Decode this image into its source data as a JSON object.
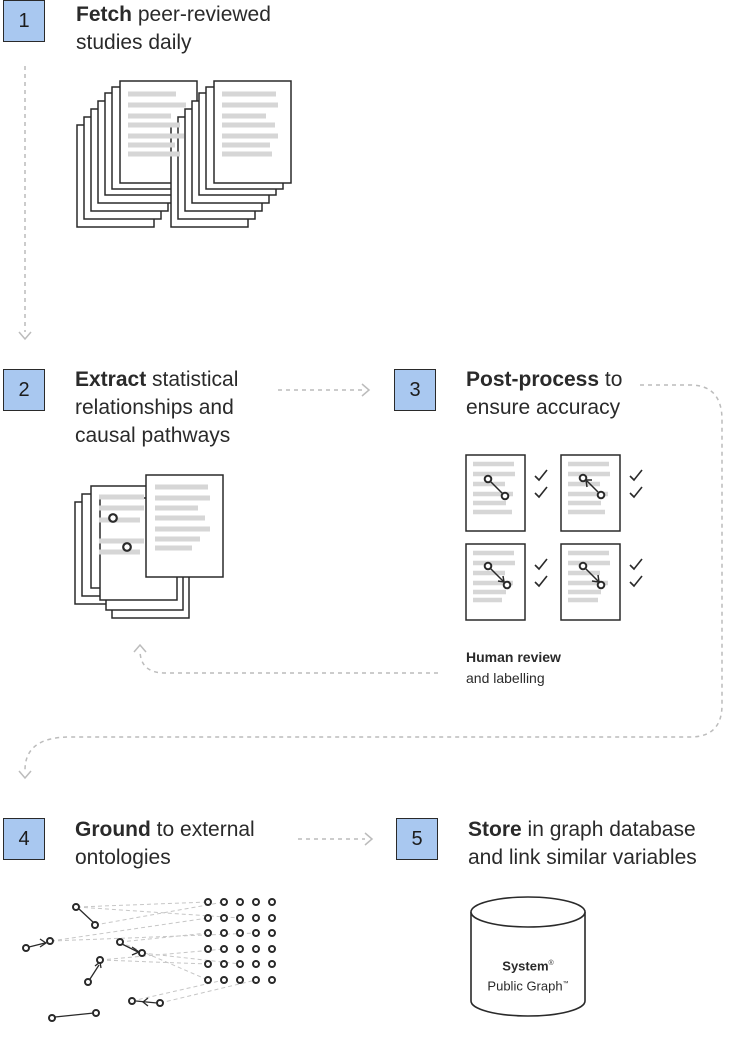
{
  "steps": [
    {
      "number": "1",
      "bold": "Fetch",
      "rest1": " peer-reviewed",
      "line2": "studies daily"
    },
    {
      "number": "2",
      "bold": "Extract",
      "rest1": " statistical",
      "line2": "relationships and",
      "line3": "causal pathways"
    },
    {
      "number": "3",
      "bold": "Post-process",
      "rest1": " to",
      "line2": "ensure accuracy"
    },
    {
      "number": "4",
      "bold": "Ground",
      "rest1": " to external",
      "line2": "ontologies"
    },
    {
      "number": "5",
      "bold": "Store",
      "rest1": " in graph database",
      "line2": "and link similar variables"
    }
  ],
  "review": {
    "bold": "Human review",
    "rest": "and labelling"
  },
  "database": {
    "brand": "System",
    "brand_mark": "®",
    "name": "Public Graph",
    "name_mark": "™"
  },
  "colors": {
    "badge": "#a9c8f0",
    "dashed": "#b8b8b8",
    "text_lines": "#d6d6d6",
    "ink": "#2a2a2a"
  }
}
